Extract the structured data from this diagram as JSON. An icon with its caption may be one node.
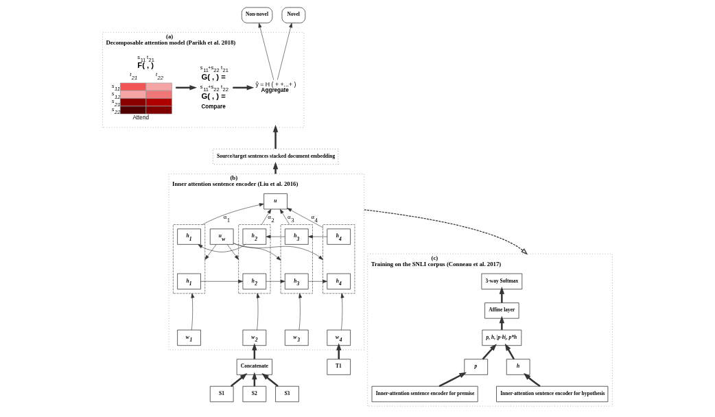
{
  "diagram": {
    "nodes": [
      {
        "text": [
          "(a)",
          "Decomposable attention model (Parikh et al. 2018)"
        ]
      },
      {
        "text": [
          "s$_{11}$",
          "t$_{21}$",
          "F( , )",
          "t$_{21}$",
          "t$_{22}$",
          "s$_{11}$",
          "s$_{12}$",
          "s$_{21}$",
          "s$_{22}$",
          "Attend"
        ],
        "in": 0
      },
      {
        "text": [
          "s$_{11}$+s$_{22}$",
          "t$_{21}$",
          "G( , ) =",
          "s$_{11}$+s$_{22}$",
          "t$_{22}$",
          "G( , ) =",
          "Compare"
        ],
        "in": 0
      },
      {
        "text": [
          "ŷ = H ( + +...+ )",
          "Aggregate"
        ],
        "in": 0
      },
      {
        "text": [
          "Non-novel"
        ]
      },
      {
        "text": [
          "Novel"
        ]
      },
      {
        "text": [
          "Source/target sentences stacked document embedding"
        ]
      },
      {
        "text": [
          "(b)",
          "Inner attention sentence encoder (Liu et al. 2016)"
        ]
      },
      {
        "text": [
          "u"
        ],
        "in": 7
      },
      {
        "text": [
          "u$_{w}$"
        ],
        "in": 7
      },
      {
        "text": [],
        "shape": "box",
        "in": 7
      },
      {
        "text": [
          "h⃖$_{1}$"
        ],
        "in": 10
      },
      {
        "text": [
          "h⃗$_{1}$"
        ],
        "in": 10
      },
      {
        "text": [],
        "shape": "box",
        "in": 7
      },
      {
        "text": [
          "h⃖$_{2}$"
        ],
        "in": 13
      },
      {
        "text": [
          "h⃗$_{2}$"
        ],
        "in": 13
      },
      {
        "text": [],
        "shape": "box",
        "in": 7
      },
      {
        "text": [
          "h⃖$_{3}$"
        ],
        "in": 16
      },
      {
        "text": [
          "h⃗$_{3}$"
        ],
        "in": 16
      },
      {
        "text": [],
        "shape": "box",
        "in": 7
      },
      {
        "text": [
          "h⃖$_{4}$"
        ],
        "in": 19
      },
      {
        "text": [
          "h⃗$_{4}$"
        ],
        "in": 19
      },
      {
        "text": [
          "w$_{1}$"
        ],
        "in": 7
      },
      {
        "text": [
          "w$_{2}$"
        ],
        "in": 7
      },
      {
        "text": [
          "w$_{3}$"
        ],
        "in": 7
      },
      {
        "text": [
          "w$_{4}$"
        ],
        "in": 7
      },
      {
        "text": [
          "Concatenate"
        ]
      },
      {
        "text": [
          "S1"
        ]
      },
      {
        "text": [
          "S2"
        ]
      },
      {
        "text": [
          "S3"
        ]
      },
      {
        "text": [
          "T1"
        ]
      },
      {
        "text": [
          "(c)",
          "Training on the SNLI corpus (Conneau et al. 2017)"
        ]
      },
      {
        "text": [
          "3-way Softmax"
        ],
        "in": 31
      },
      {
        "text": [
          "Affine layer"
        ],
        "in": 31
      },
      {
        "text": [
          "p, h, |p-h|, p*h"
        ],
        "in": 31
      },
      {
        "text": [
          "p"
        ],
        "in": 31
      },
      {
        "text": [
          "h"
        ],
        "in": 31
      },
      {
        "text": [
          "Inner-attention sentence encoder for premise"
        ],
        "in": 31
      },
      {
        "text": [
          "Inner-attention sentence encoder for hypothesis"
        ],
        "in": 31
      }
    ],
    "edges": [
      {
        "from": 1,
        "to": 2,
        "arrow": "to",
        "style": "thick"
      },
      {
        "from": 2,
        "to": 3,
        "arrow": "to",
        "style": "thick"
      },
      {
        "from": 3,
        "to": 4,
        "arrow": "to"
      },
      {
        "from": 3,
        "to": 5,
        "arrow": "to"
      },
      {
        "from": 6,
        "to": 0,
        "arrow": "to",
        "style": "thick"
      },
      {
        "from": 7,
        "to": 6,
        "arrow": "to",
        "style": "thick"
      },
      {
        "from": 9,
        "to": 10,
        "arrow": "to"
      },
      {
        "from": 9,
        "to": 13,
        "arrow": "to"
      },
      {
        "from": 9,
        "to": 16,
        "arrow": "to"
      },
      {
        "from": 9,
        "to": 19,
        "arrow": "to"
      },
      {
        "from": 10,
        "to": 8,
        "arrow": "to",
        "label": "α$_{1}$"
      },
      {
        "from": 13,
        "to": 8,
        "arrow": "to",
        "label": "α$_{2}$"
      },
      {
        "from": 16,
        "to": 8,
        "arrow": "to",
        "label": "α$_{3}$"
      },
      {
        "from": 19,
        "to": 8,
        "arrow": "to",
        "label": "α$_{4}$"
      },
      {
        "from": 14,
        "to": 11,
        "arrow": "to"
      },
      {
        "from": 17,
        "to": 14,
        "arrow": "to"
      },
      {
        "from": 20,
        "to": 17,
        "arrow": "to"
      },
      {
        "from": 12,
        "to": 15,
        "arrow": "to"
      },
      {
        "from": 15,
        "to": 18,
        "arrow": "to"
      },
      {
        "from": 18,
        "to": 21,
        "arrow": "to"
      },
      {
        "from": 22,
        "to": 10,
        "arrow": "to"
      },
      {
        "from": 23,
        "to": 13,
        "arrow": "to"
      },
      {
        "from": 24,
        "to": 16,
        "arrow": "to"
      },
      {
        "from": 25,
        "to": 19,
        "arrow": "to"
      },
      {
        "from": 26,
        "to": 23,
        "arrow": "to",
        "style": "thick"
      },
      {
        "from": 30,
        "to": 25,
        "arrow": "to",
        "style": "thick"
      },
      {
        "from": 27,
        "to": 26,
        "arrow": "to",
        "style": "thick"
      },
      {
        "from": 28,
        "to": 26,
        "arrow": "to",
        "style": "thick"
      },
      {
        "from": 29,
        "to": 26,
        "arrow": "to",
        "style": "thick"
      },
      {
        "from": 7,
        "to": 31,
        "arrow": "to",
        "style": "dashed"
      },
      {
        "from": 37,
        "to": 35,
        "arrow": "to",
        "style": "thick"
      },
      {
        "from": 38,
        "to": 36,
        "arrow": "to",
        "style": "thick"
      },
      {
        "from": 35,
        "to": 34,
        "arrow": "to",
        "style": "thick"
      },
      {
        "from": 36,
        "to": 34,
        "arrow": "to",
        "style": "thick"
      },
      {
        "from": 34,
        "to": 33,
        "arrow": "to",
        "style": "thick"
      },
      {
        "from": 33,
        "to": 32,
        "arrow": "to",
        "style": "thick"
      }
    ]
  }
}
